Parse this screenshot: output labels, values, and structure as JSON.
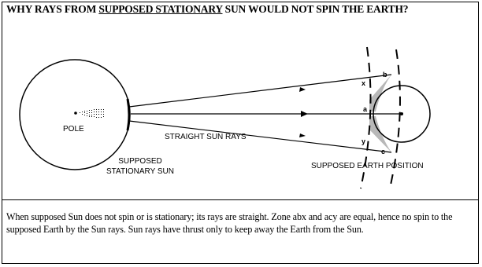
{
  "title": {
    "part1": "WHY RAYS FROM ",
    "underlined": "SUPPOSED STATIONARY",
    "part2": " SUN WOULD NOT SPIN THE EARTH?"
  },
  "labels": {
    "pole": "POLE",
    "rays": "STRAIGHT SUN RAYS",
    "sun_line1": "SUPPOSED",
    "sun_line2": "STATIONARY SUN",
    "earth": "SUPPOSED EARTH POSITION"
  },
  "points": {
    "x": "x",
    "a": "a",
    "b": "b",
    "y": "y",
    "c": "c"
  },
  "caption": "When supposed Sun does not spin or is stationary; its rays are straight. Zone abx and acy are equal, hence no spin to the supposed Earth by the Sun rays. Sun rays have thrust only to keep away the Earth from the Sun.",
  "colors": {
    "zone_fill": "#b8b8b8",
    "line": "#000000"
  }
}
